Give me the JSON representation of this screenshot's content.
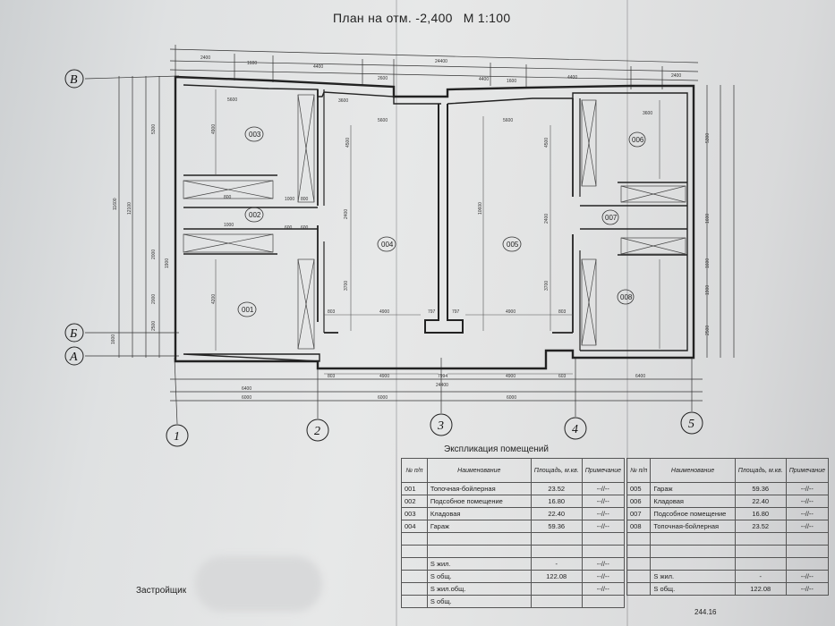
{
  "plan": {
    "title": "План на отм. -2,400",
    "scale": "М 1:100",
    "axes": {
      "rows": [
        "В",
        "Б",
        "А"
      ],
      "cols": [
        "1",
        "2",
        "3",
        "4",
        "5"
      ]
    },
    "rooms": [
      "003",
      "002",
      "001",
      "004",
      "005",
      "006",
      "007",
      "008"
    ],
    "dims": {
      "top": [
        "2400",
        "1600",
        "4400",
        "24400",
        "2600",
        "4400",
        "1600",
        "4400",
        "2400"
      ],
      "inner": [
        "5600",
        "5600",
        "5600",
        "3600",
        "3600",
        "800",
        "1000",
        "800",
        "1000",
        "600",
        "600"
      ],
      "vertical": [
        "5300",
        "4900",
        "11600",
        "12100",
        "2000",
        "2000",
        "4200",
        "1900",
        "2500",
        "1600",
        "4500",
        "10600",
        "2400",
        "3700",
        "5300",
        "1600",
        "1600",
        "1900",
        "2500",
        "4500",
        "3700",
        "2400"
      ],
      "mid": [
        "803",
        "4900",
        "797",
        "797",
        "4900",
        "803",
        "803",
        "4900",
        "7994",
        "4900",
        "603"
      ],
      "bottom": [
        "6400",
        "6000",
        "24400",
        "6000",
        "6400",
        "6000"
      ]
    }
  },
  "explication": {
    "title": "Экспликация помещений",
    "headers": {
      "num": "№ п/п",
      "name": "Наименование",
      "area": "Площадь, м.кв.",
      "note": "Примечание"
    },
    "left_rows": [
      {
        "num": "001",
        "name": "Топочная-бойлерная",
        "area": "23.52",
        "note": "--//--"
      },
      {
        "num": "002",
        "name": "Подсобное помещение",
        "area": "16.80",
        "note": "--//--"
      },
      {
        "num": "003",
        "name": "Кладовая",
        "area": "22.40",
        "note": "--//--"
      },
      {
        "num": "004",
        "name": "Гараж",
        "area": "59.36",
        "note": "--//--"
      }
    ],
    "right_rows": [
      {
        "num": "005",
        "name": "Гараж",
        "area": "59.36",
        "note": "--//--"
      },
      {
        "num": "006",
        "name": "Кладовая",
        "area": "22.40",
        "note": "--//--"
      },
      {
        "num": "007",
        "name": "Подсобное помещение",
        "area": "16.80",
        "note": "--//--"
      },
      {
        "num": "008",
        "name": "Топочная-бойлерная",
        "area": "23.52",
        "note": "--//--"
      }
    ],
    "left_summary": [
      {
        "label": "S жил.",
        "area": "-",
        "note": "--//--"
      },
      {
        "label": "S общ.",
        "area": "122.08",
        "note": "--//--"
      },
      {
        "label": "S жил.общ.",
        "area": "",
        "note": "--//--"
      },
      {
        "label": "S общ.",
        "area": "",
        "note": ""
      }
    ],
    "right_summary": [
      {
        "label": "S жил.",
        "area": "-",
        "note": "--//--"
      },
      {
        "label": "S общ.",
        "area": "122.08",
        "note": "--//--"
      }
    ],
    "total": "244.16"
  },
  "developer_label": "Застройщик"
}
